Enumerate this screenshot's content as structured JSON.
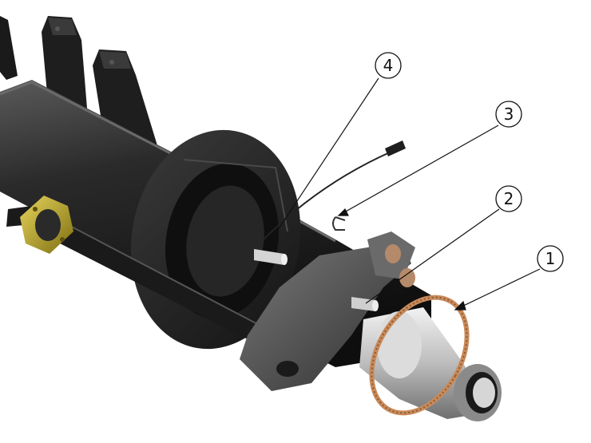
{
  "callouts": [
    {
      "label": "1"
    },
    {
      "label": "2"
    },
    {
      "label": "3"
    },
    {
      "label": "4"
    }
  ],
  "colors": {
    "background": "#ffffff",
    "housing": "#1c1c1c",
    "housing_highlight": "#5a5a5a",
    "tone_ring": "#c98a5a",
    "hub_metal": "#bdbdbd",
    "brass_flange": "#b8a32a",
    "leader_line": "#111111"
  }
}
